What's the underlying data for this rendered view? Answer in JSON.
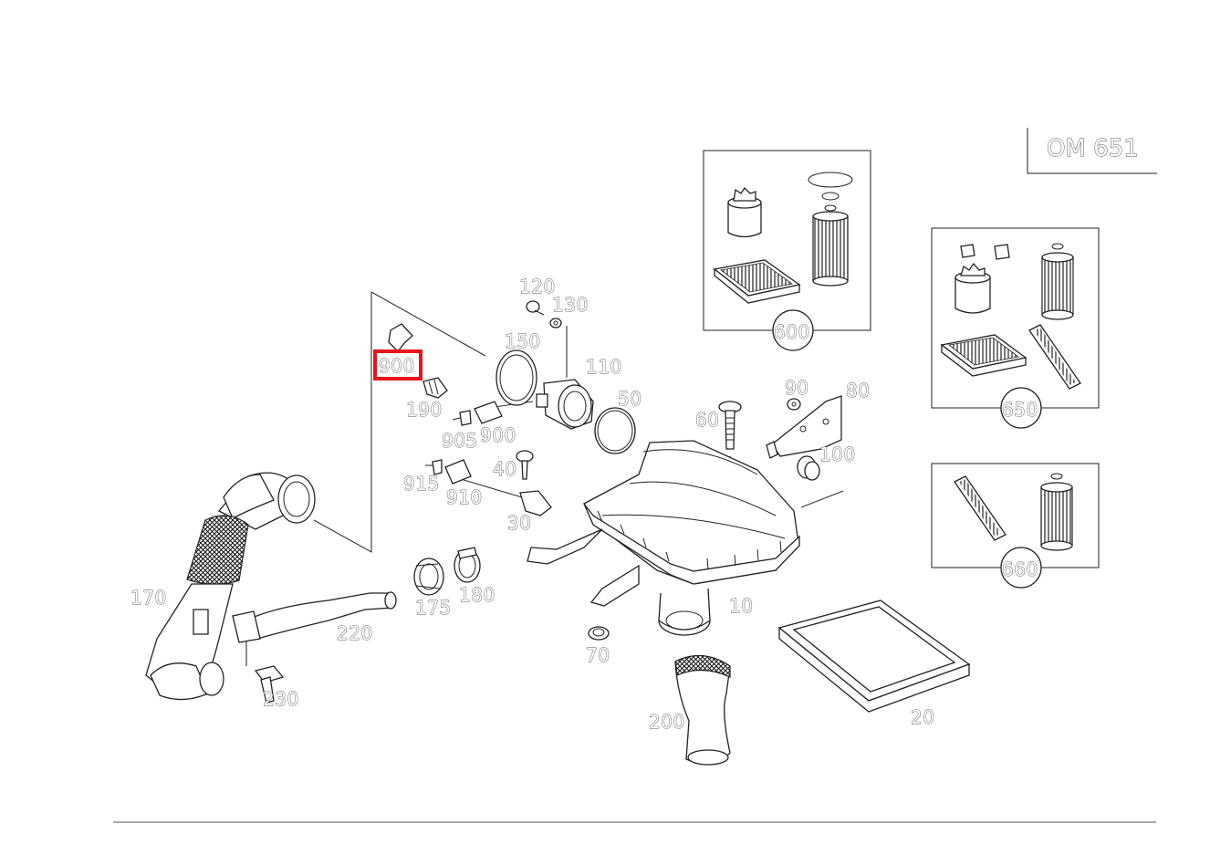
{
  "engine_label": "OM 651",
  "callouts": {
    "c10": "10",
    "c20": "20",
    "c30": "30",
    "c40": "40",
    "c50": "50",
    "c60": "60",
    "c70": "70",
    "c80": "80",
    "c90": "90",
    "c100": "100",
    "c110": "110",
    "c120": "120",
    "c130": "130",
    "c150": "150",
    "c170": "170",
    "c175": "175",
    "c180": "180",
    "c190": "190",
    "c200": "200",
    "c220": "220",
    "c230": "230",
    "c900a": "900",
    "c900b": "900",
    "c905": "905",
    "c910": "910",
    "c915": "915"
  },
  "kits": {
    "k600": "600",
    "k650": "650",
    "k660": "660"
  },
  "highlighted_callout": "900",
  "highlight_color": "#e8141b"
}
